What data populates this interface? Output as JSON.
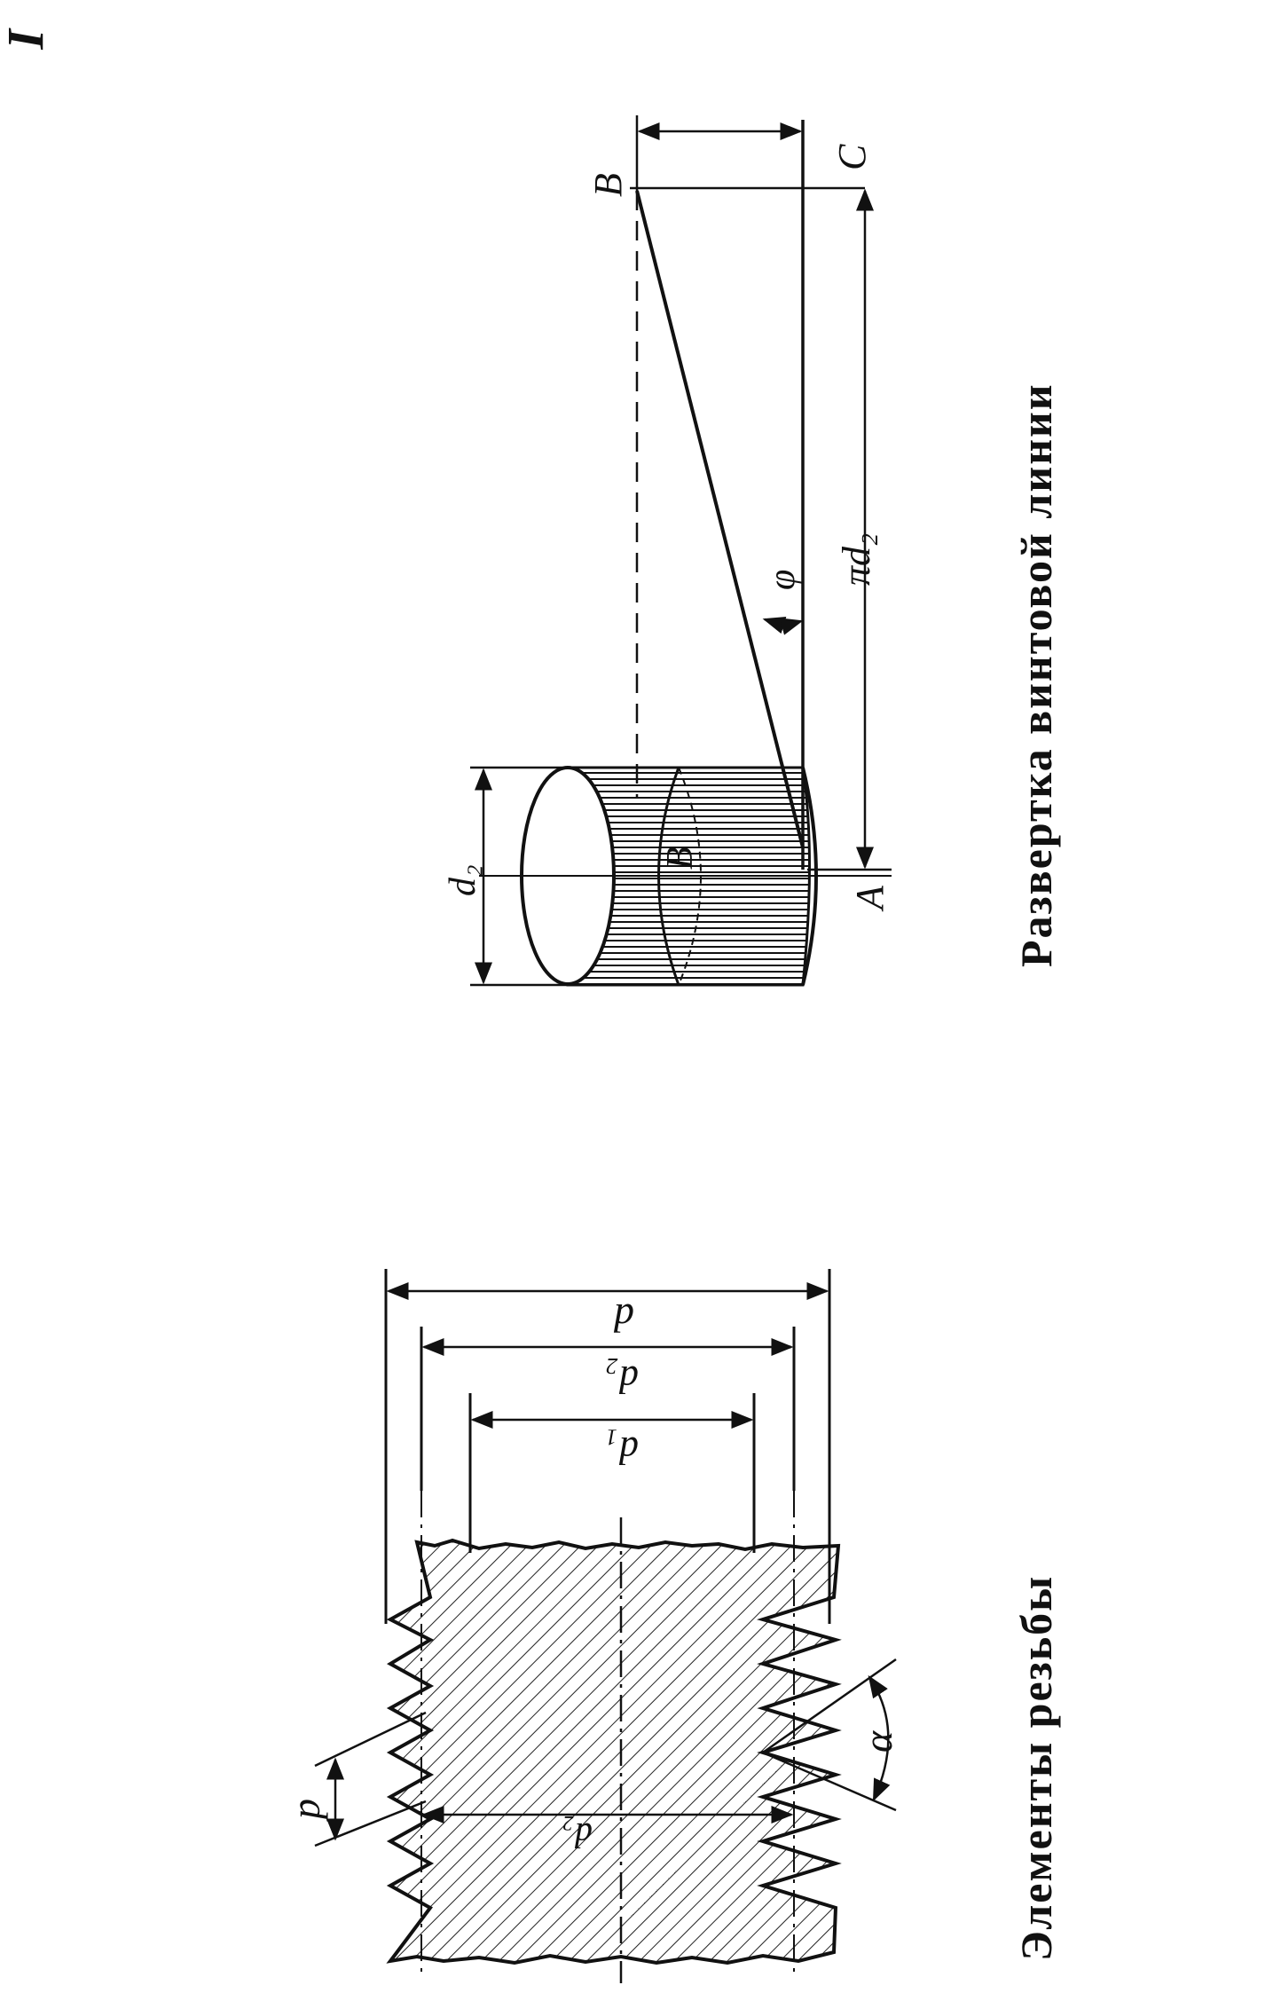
{
  "page_number": "I",
  "thread_figure": {
    "title": "Элементы резьбы",
    "labels": {
      "outer_diameter": "d",
      "pitch_diameter": "d₂",
      "inner_diameter": "d₁",
      "pitch_diameter_lower": "d₂",
      "pitch": "p",
      "angle": "α"
    }
  },
  "helix_figure": {
    "title": "Развертка винтовой линии",
    "labels": {
      "cylinder_diameter": "d₂",
      "point_a": "A",
      "point_b_top": "B",
      "point_b_cylinder": "B",
      "point_c": "C",
      "lead_angle": "φ",
      "circumference": "πd₂"
    }
  }
}
